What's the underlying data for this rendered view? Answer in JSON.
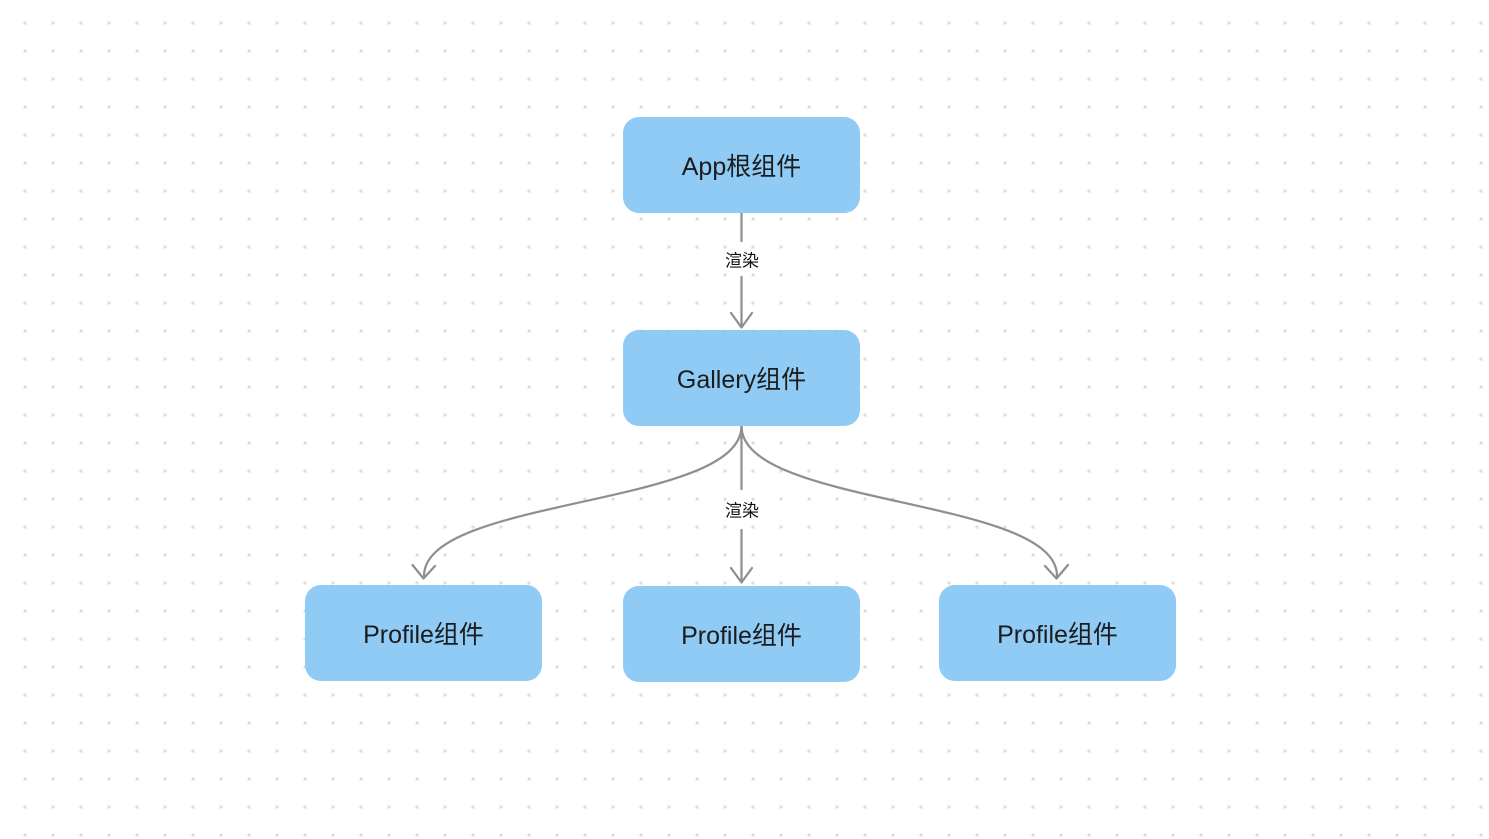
{
  "diagram": {
    "type": "component-tree",
    "nodes": [
      {
        "id": "app-root",
        "label": "App根组件"
      },
      {
        "id": "gallery",
        "label": "Gallery组件"
      },
      {
        "id": "profile-1",
        "label": "Profile组件"
      },
      {
        "id": "profile-2",
        "label": "Profile组件"
      },
      {
        "id": "profile-3",
        "label": "Profile组件"
      }
    ],
    "edges": [
      {
        "id": "app-to-gallery",
        "from": "app-root",
        "to": "gallery",
        "label": "渲染"
      },
      {
        "id": "gallery-to-profiles",
        "from": "gallery",
        "to": "profile-1, profile-2, profile-3",
        "label": "渲染"
      }
    ]
  },
  "colors": {
    "node_fill": "#8FCBF4",
    "edge": "#8F8F8F",
    "node_text": "#1C1C1C",
    "dot": "#DEDEDE",
    "background": "#FFFFFF"
  }
}
